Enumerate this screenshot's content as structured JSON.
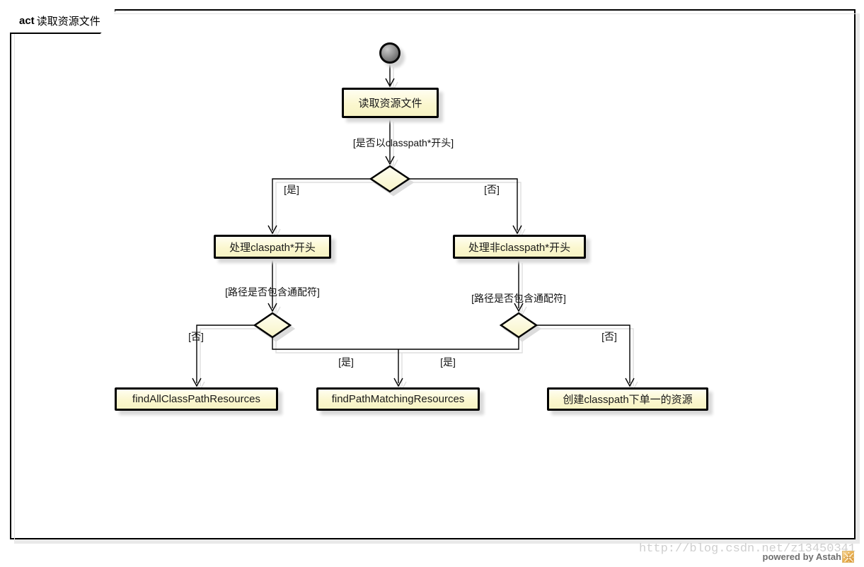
{
  "frame": {
    "keyword": "act",
    "title": "读取资源文件"
  },
  "diagram": {
    "type": "uml-activity-diagram",
    "start_node": "initial-node",
    "actions": [
      {
        "id": "read-resource-file",
        "label": "读取资源文件"
      },
      {
        "id": "handle-classpath-star-prefix",
        "label": "处理claspath*开头"
      },
      {
        "id": "handle-non-classpath-star-prefix",
        "label": "处理非classpath*开头"
      },
      {
        "id": "find-all-classpath-resources",
        "label": "findAllClassPathResources"
      },
      {
        "id": "find-path-matching-resources",
        "label": "findPathMatchingResources"
      },
      {
        "id": "create-single-classpath-resource",
        "label": "创建classpath下单一的资源"
      }
    ],
    "guards": {
      "starts_with_classpath": "[是否以classpath*开头]",
      "branch1_yes": "[是]",
      "branch1_no": "[否]",
      "left_contains_wildcard": "[路径是否包含通配符]",
      "right_contains_wildcard": "[路径是否包含通配符]",
      "left_no": "[否]",
      "left_yes": "[是]",
      "right_yes": "[是]",
      "right_no": "[否]"
    }
  },
  "footer": {
    "watermark": "http://blog.csdn.net/z13450341",
    "credit": "powered by Astah"
  },
  "colors": {
    "node_fill_top": "#fffef1",
    "node_fill_bottom": "#f7f3c3",
    "node_border": "#000000",
    "connector": "#000000",
    "shadow": "#dcdcdc",
    "frame_border": "#000000",
    "watermark_text": "#cfcfcf",
    "credit_text": "#6f6f6f",
    "astah_logo_orange": "#e8aa45"
  }
}
